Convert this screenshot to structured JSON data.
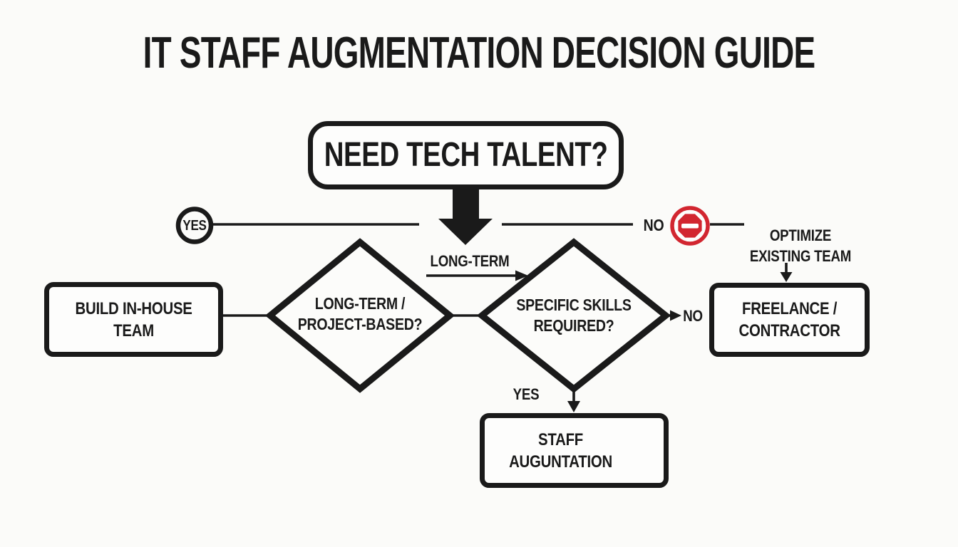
{
  "title": "IT STAFF AUGMENTATION DECISION GUIDE",
  "colors": {
    "ink": "#1a1a1a",
    "accent_red": "#d22630",
    "background": "#fbfbf9"
  },
  "flow": {
    "start": {
      "label": "NEED TECH TALENT?"
    },
    "edges": {
      "yes_left": "YES",
      "no_right": "NO",
      "long_term": "LONG-TERM",
      "skills_no": "NO",
      "skills_yes": "YES"
    },
    "optimize_note": {
      "line1": "OPTIMIZE",
      "line2": "EXISTING TEAM"
    },
    "build_in_house": {
      "line1": "BUILD IN-HOUSE",
      "line2": "TEAM"
    },
    "duration_decision": {
      "line1": "LONG-TERM /",
      "line2": "PROJECT-BASED?"
    },
    "skills_decision": {
      "line1": "SPECIFIC SKILLS",
      "line2": "REQUIRED?"
    },
    "freelance": {
      "line1": "FREELANCE /",
      "line2": "CONTRACTOR"
    },
    "staff_augmentation": {
      "line1": "STAFF",
      "line2": "AUGUNTATION"
    }
  },
  "icons": {
    "no_entry": "no-entry-icon",
    "check": "check-icon",
    "down_arrow": "down-arrow-icon",
    "big_down_arrow": "big-down-arrow-icon"
  }
}
